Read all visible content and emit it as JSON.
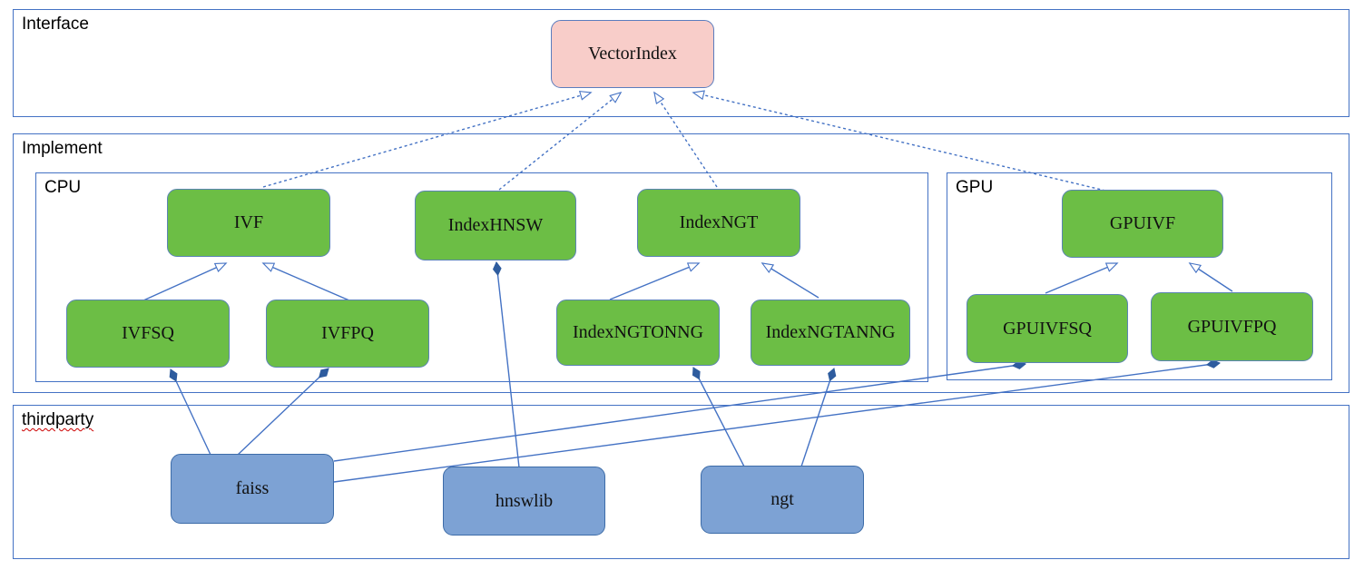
{
  "diagram": {
    "containers": [
      {
        "id": "interface",
        "label": "Interface"
      },
      {
        "id": "implement",
        "label": "Implement"
      },
      {
        "id": "cpu",
        "label": "CPU"
      },
      {
        "id": "gpu",
        "label": "GPU"
      },
      {
        "id": "thirdparty",
        "label": "thirdparty",
        "spellcheck_underline": true
      }
    ],
    "nodes": [
      {
        "id": "vectorindex",
        "label": "VectorIndex",
        "kind": "interface",
        "container": "Interface"
      },
      {
        "id": "ivf",
        "label": "IVF",
        "kind": "class",
        "container": "CPU"
      },
      {
        "id": "indexhnsw",
        "label": "IndexHNSW",
        "kind": "class",
        "container": "CPU"
      },
      {
        "id": "indexngt",
        "label": "IndexNGT",
        "kind": "class",
        "container": "CPU"
      },
      {
        "id": "ivfsq",
        "label": "IVFSQ",
        "kind": "class",
        "container": "CPU"
      },
      {
        "id": "ivfpq",
        "label": "IVFPQ",
        "kind": "class",
        "container": "CPU"
      },
      {
        "id": "indexngtonng",
        "label": "IndexNGTONNG",
        "kind": "class",
        "container": "CPU"
      },
      {
        "id": "indexngtanng",
        "label": "IndexNGTANNG",
        "kind": "class",
        "container": "CPU"
      },
      {
        "id": "gpuivf",
        "label": "GPUIVF",
        "kind": "class",
        "container": "GPU"
      },
      {
        "id": "gpuivfsq",
        "label": "GPUIVFSQ",
        "kind": "class",
        "container": "GPU"
      },
      {
        "id": "gpuivfpq",
        "label": "GPUIVFPQ",
        "kind": "class",
        "container": "GPU"
      },
      {
        "id": "faiss",
        "label": "faiss",
        "kind": "library",
        "container": "thirdparty"
      },
      {
        "id": "hnswlib",
        "label": "hnswlib",
        "kind": "library",
        "container": "thirdparty"
      },
      {
        "id": "ngt",
        "label": "ngt",
        "kind": "library",
        "container": "thirdparty"
      }
    ],
    "edges": [
      {
        "from": "ivf",
        "to": "vectorindex",
        "type": "realization-dashed-hollow-arrow"
      },
      {
        "from": "indexhnsw",
        "to": "vectorindex",
        "type": "realization-dashed-hollow-arrow"
      },
      {
        "from": "indexngt",
        "to": "vectorindex",
        "type": "realization-dashed-hollow-arrow"
      },
      {
        "from": "gpuivf",
        "to": "vectorindex",
        "type": "realization-dashed-hollow-arrow"
      },
      {
        "from": "ivfsq",
        "to": "ivf",
        "type": "generalization-hollow-arrow"
      },
      {
        "from": "ivfpq",
        "to": "ivf",
        "type": "generalization-hollow-arrow"
      },
      {
        "from": "indexngtonng",
        "to": "indexngt",
        "type": "generalization-hollow-arrow"
      },
      {
        "from": "indexngtanng",
        "to": "indexngt",
        "type": "generalization-hollow-arrow"
      },
      {
        "from": "gpuivfsq",
        "to": "gpuivf",
        "type": "generalization-hollow-arrow"
      },
      {
        "from": "gpuivfpq",
        "to": "gpuivf",
        "type": "generalization-hollow-arrow"
      },
      {
        "from": "faiss",
        "to": "ivfsq",
        "type": "composition-filled-diamond"
      },
      {
        "from": "faiss",
        "to": "ivfpq",
        "type": "composition-filled-diamond"
      },
      {
        "from": "faiss",
        "to": "gpuivfsq",
        "type": "composition-filled-diamond"
      },
      {
        "from": "faiss",
        "to": "gpuivfpq",
        "type": "composition-filled-diamond"
      },
      {
        "from": "hnswlib",
        "to": "indexhnsw",
        "type": "composition-filled-diamond"
      },
      {
        "from": "ngt",
        "to": "indexngtonng",
        "type": "composition-filled-diamond"
      },
      {
        "from": "ngt",
        "to": "indexngtanng",
        "type": "composition-filled-diamond"
      }
    ],
    "colors": {
      "interface_node_fill": "#f8cdc9",
      "class_node_fill": "#6cbe45",
      "library_node_fill": "#7da2d4",
      "container_border": "#4472c4",
      "connector_line": "#4472c4",
      "diamond_fill": "#2e5c9e",
      "spellcheck_underline": "#cc0000",
      "text": "#000000"
    }
  }
}
